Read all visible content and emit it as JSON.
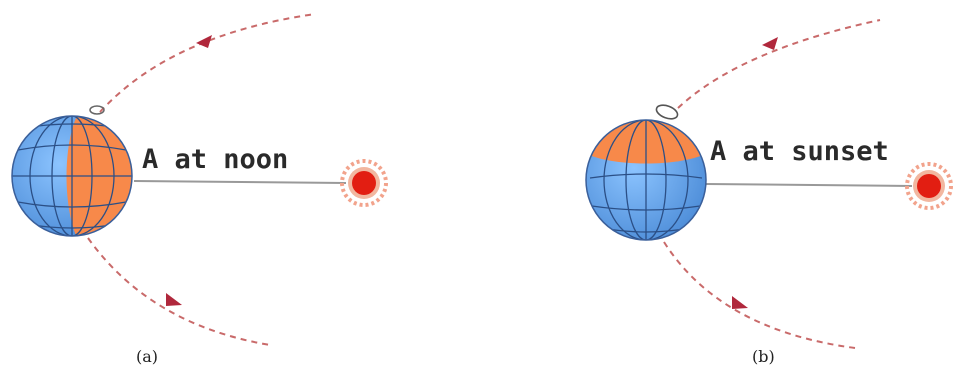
{
  "panels": [
    {
      "caption": "A at noon",
      "label": "(a)"
    },
    {
      "caption": "A at sunset",
      "label": "(b)"
    }
  ],
  "colors": {
    "ocean": "#6aa8ec",
    "ocean_dark": "#3f7fcf",
    "grid": "#2b4f86",
    "daylight": "#f7894a",
    "sun": "#e21e12",
    "sun_rays": "#f2a38c",
    "orbit": "#c96a6a",
    "arrow": "#b0283c"
  }
}
